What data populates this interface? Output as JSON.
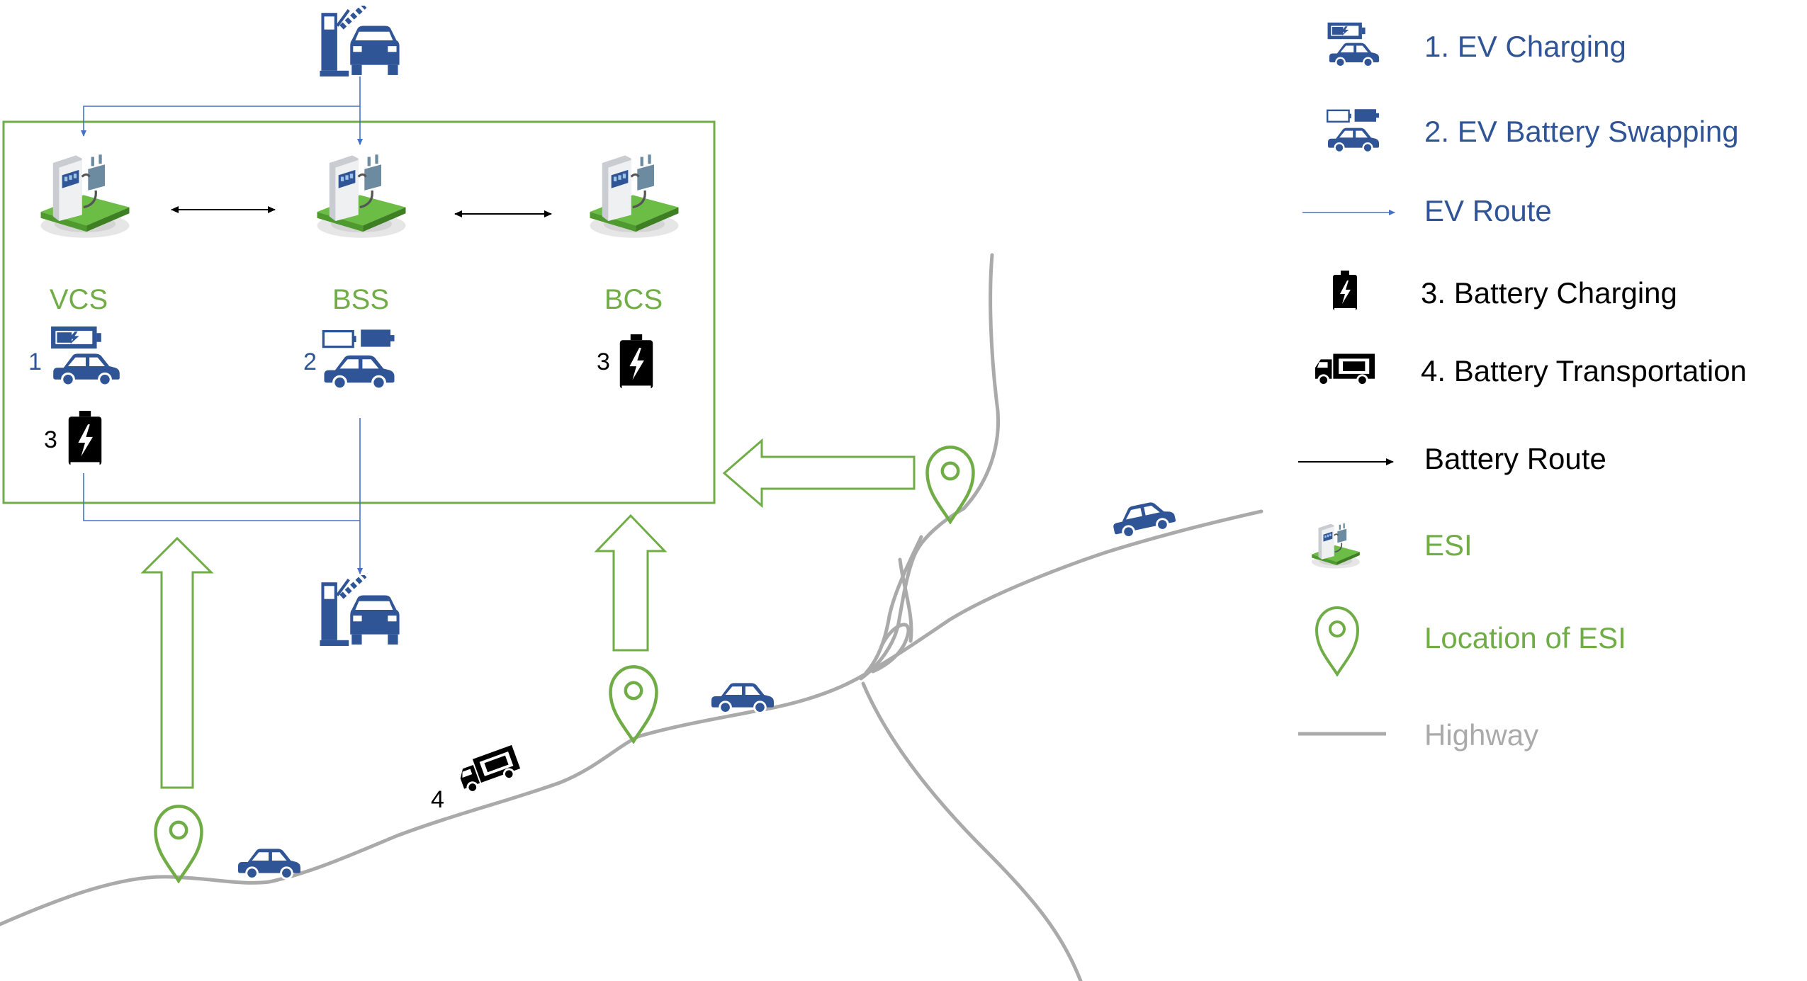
{
  "colors": {
    "blue": "#2f5597",
    "green": "#70ad47",
    "gray": "#aaaaaa",
    "black": "#000000",
    "route_blue": "#4472c4"
  },
  "stations": {
    "vcs": "VCS",
    "bss": "BSS",
    "bcs": "BCS"
  },
  "markers": {
    "ev_charging_num": "1",
    "ev_swapping_num": "2",
    "battery_charging_num": "3",
    "battery_transport_num": "4"
  },
  "legend": {
    "ev_charging": "1. EV Charging",
    "ev_swapping": "2. EV Battery Swapping",
    "ev_route": "EV Route",
    "battery_charging": "3. Battery Charging",
    "battery_transport": "4. Battery Transportation",
    "battery_route": "Battery Route",
    "esi": "ESI",
    "location_esi": "Location of ESI",
    "highway": "Highway"
  },
  "icons": {
    "station": "charging-station-icon",
    "car": "car-icon",
    "pin": "location-pin-icon",
    "battery": "battery-icon",
    "truck": "truck-icon"
  }
}
